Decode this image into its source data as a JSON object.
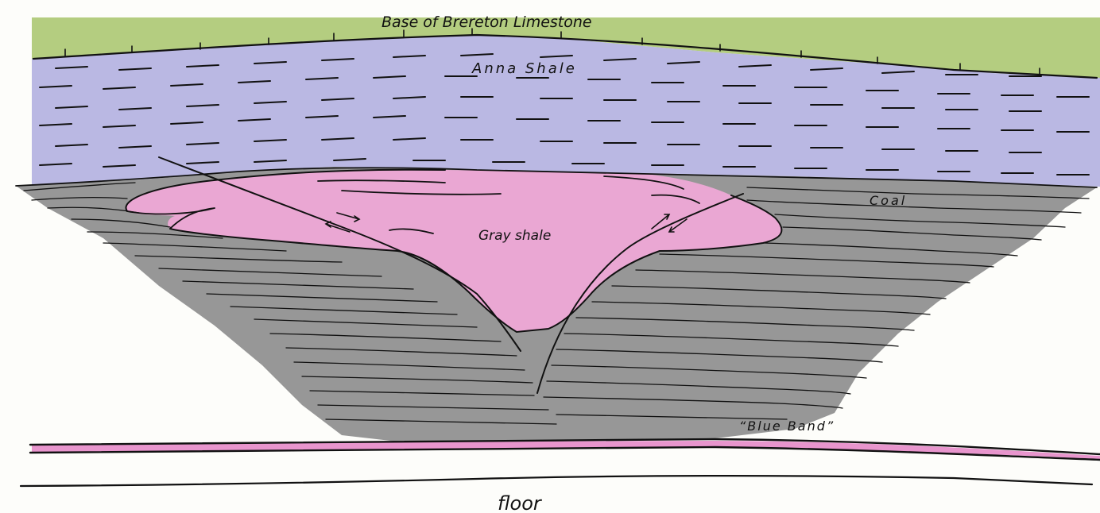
{
  "labels": {
    "limestone": "Base of Brereton Limestone",
    "anna_shale": "Anna Shale",
    "coal": "Coal",
    "gray_shale": "Gray shale",
    "blue_band": "“Blue Band”",
    "floor": "floor"
  },
  "colors": {
    "limestone": "#a7c46a",
    "anna_shale": "#b3b0e0",
    "coal": "#8c8c8c",
    "gray_shale": "#f1a8d8",
    "blue_band": "#e68ac8",
    "ink": "#111111"
  }
}
